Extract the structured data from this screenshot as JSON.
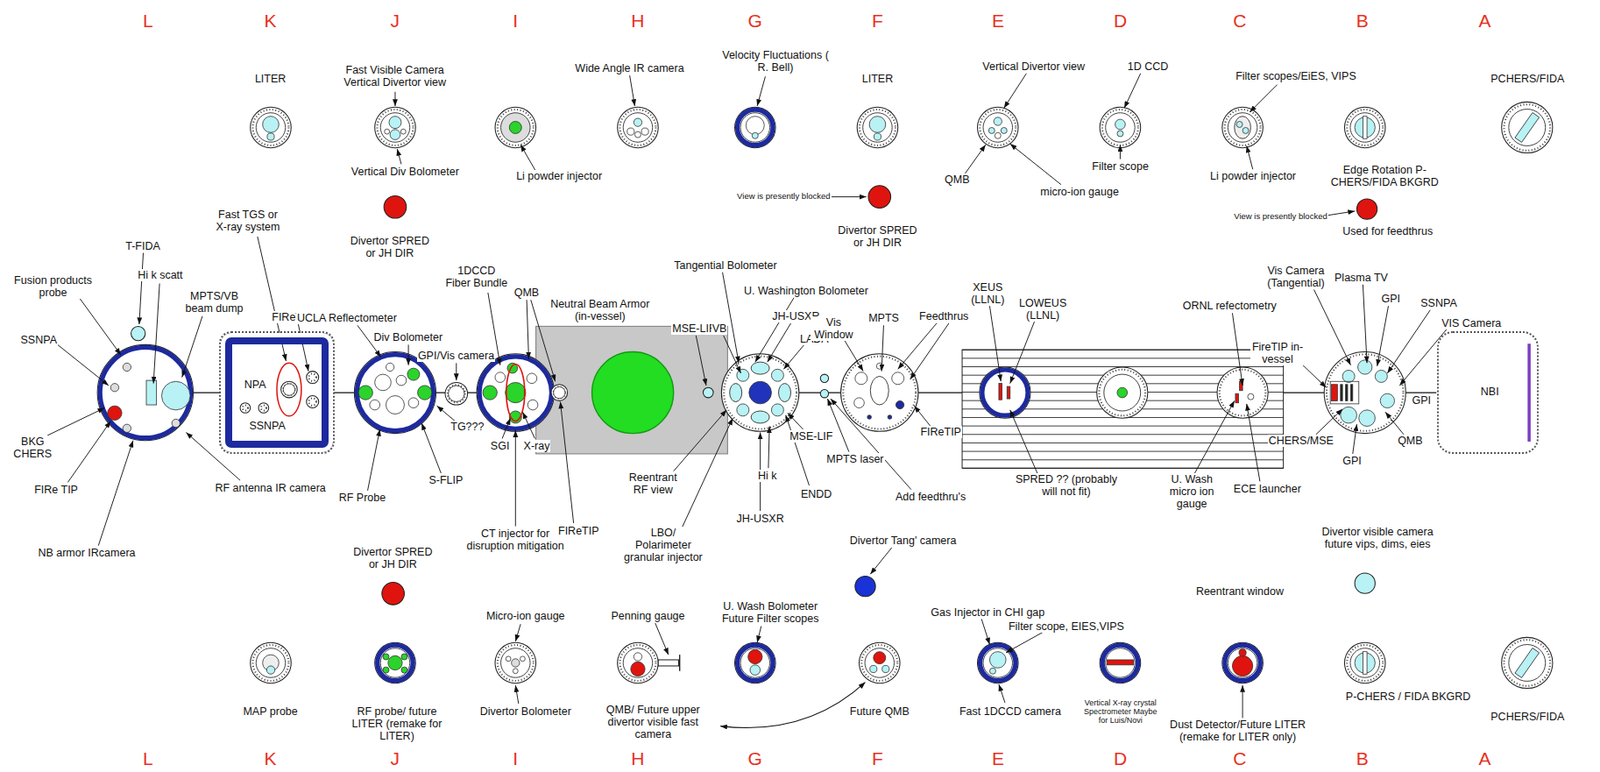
{
  "diagram": {
    "nodes": [
      {
        "text": [
          "NPA",
          "SSNPA"
        ]
      },
      {
        "text": [
          "NBI"
        ]
      }
    ],
    "labels": [
      "L",
      "K",
      "J",
      "I",
      "H",
      "G",
      "F",
      "E",
      "D",
      "C",
      "B",
      "A",
      "L",
      "K",
      "J",
      "I",
      "H",
      "G",
      "F",
      "E",
      "D",
      "C",
      "B",
      "A",
      "LITER",
      "Fast Visible Camera Vertical Divertor view",
      "Vertical Div Bolometer",
      "Divertor SPRED or JH DIR",
      "Li powder injector",
      "Wide Angle IR camera",
      "Velocity Fluctuations ( R. Bell)",
      "LITER",
      "View is presently blocked",
      "Divertor SPRED or JH DIR",
      "Vertical Divertor view",
      "QMB",
      "micro-ion gauge",
      "1D CCD",
      "Filter scope",
      "Filter scopes/EiES, VIPS",
      "Li powder injector",
      "Edge Rotation P-CHERS/FIDA BKGRD",
      "View is presently blocked",
      "Used for feedthrus",
      "PCHERS/FIDA",
      "T-FIDA",
      "Hi k scatt",
      "Fusion products probe",
      "MPTS/VB beam dump",
      "SSNPA",
      "BKG CHERS",
      "FIRe TIP",
      "RF antenna IR camera",
      "NB armor IRcamera",
      "Fast TGS or X-ray system",
      "FIReTIPS",
      "UCLA Reflectometer",
      "Div Bolometer",
      "GPI/Vis camera",
      "TG???",
      "RF Probe",
      "S-FLIP",
      "1DCCD Fiber Bundle",
      "QMB",
      "SGI",
      "X-ray",
      "CT injector for disruption mitigation",
      "FIReTIP",
      "Neutral Beam Armor (in-vessel)",
      "MSE-LIF",
      "Tangential Bolometer",
      "U. Washington Bolometer",
      "VB",
      "JH-USXR",
      "LADA",
      "MSE-LIF",
      "Reentrant RF view",
      "Hi k",
      "ENDD",
      "JH-USXR",
      "LBO/ Polarimeter granular injector",
      "MPTS laser",
      "Vis Window",
      "MPTS",
      "Feedthrus",
      "FIReTIP",
      "Add feedthru's",
      "XEUS (LLNL)",
      "LOWEUS (LLNL)",
      "ORNL refectometry",
      "SPRED ?? (probably will not fit)",
      "U. Wash micro ion gauge",
      "ECE launcher",
      "Vis Camera (Tangential)",
      "Plasma TV",
      "GPI",
      "SSNPA",
      "VIS Camera",
      "FireTIP in-vessel",
      "CHERS/MSE",
      "GPI",
      "QMB",
      "GPI",
      "Divertor SPRED or JH DIR",
      "MAP probe",
      "RF probe/ future LITER (remake for LITER)",
      "Micro-ion gauge",
      "Divertor Bolometer",
      "Penning gauge",
      "QMB/ Future upper divertor visible fast camera",
      "U. Wash Bolometer Future Filter scopes",
      "Divertor Tang' camera",
      "Future QMB",
      "Gas Injector in CHI gap",
      "Filter scope, EIES,VIPS",
      "Fast 1DCCD camera",
      "Vertical X-ray crystal Spectrometer Maybe for Luis/Novi",
      "Reentrant window",
      "Dust Detector/Future LITER (remake for LITER only)",
      "Divertor visible camera future vips, dims, eies",
      "P-CHERS / FIDA BKGRD",
      "PCHERS/FIDA"
    ]
  }
}
